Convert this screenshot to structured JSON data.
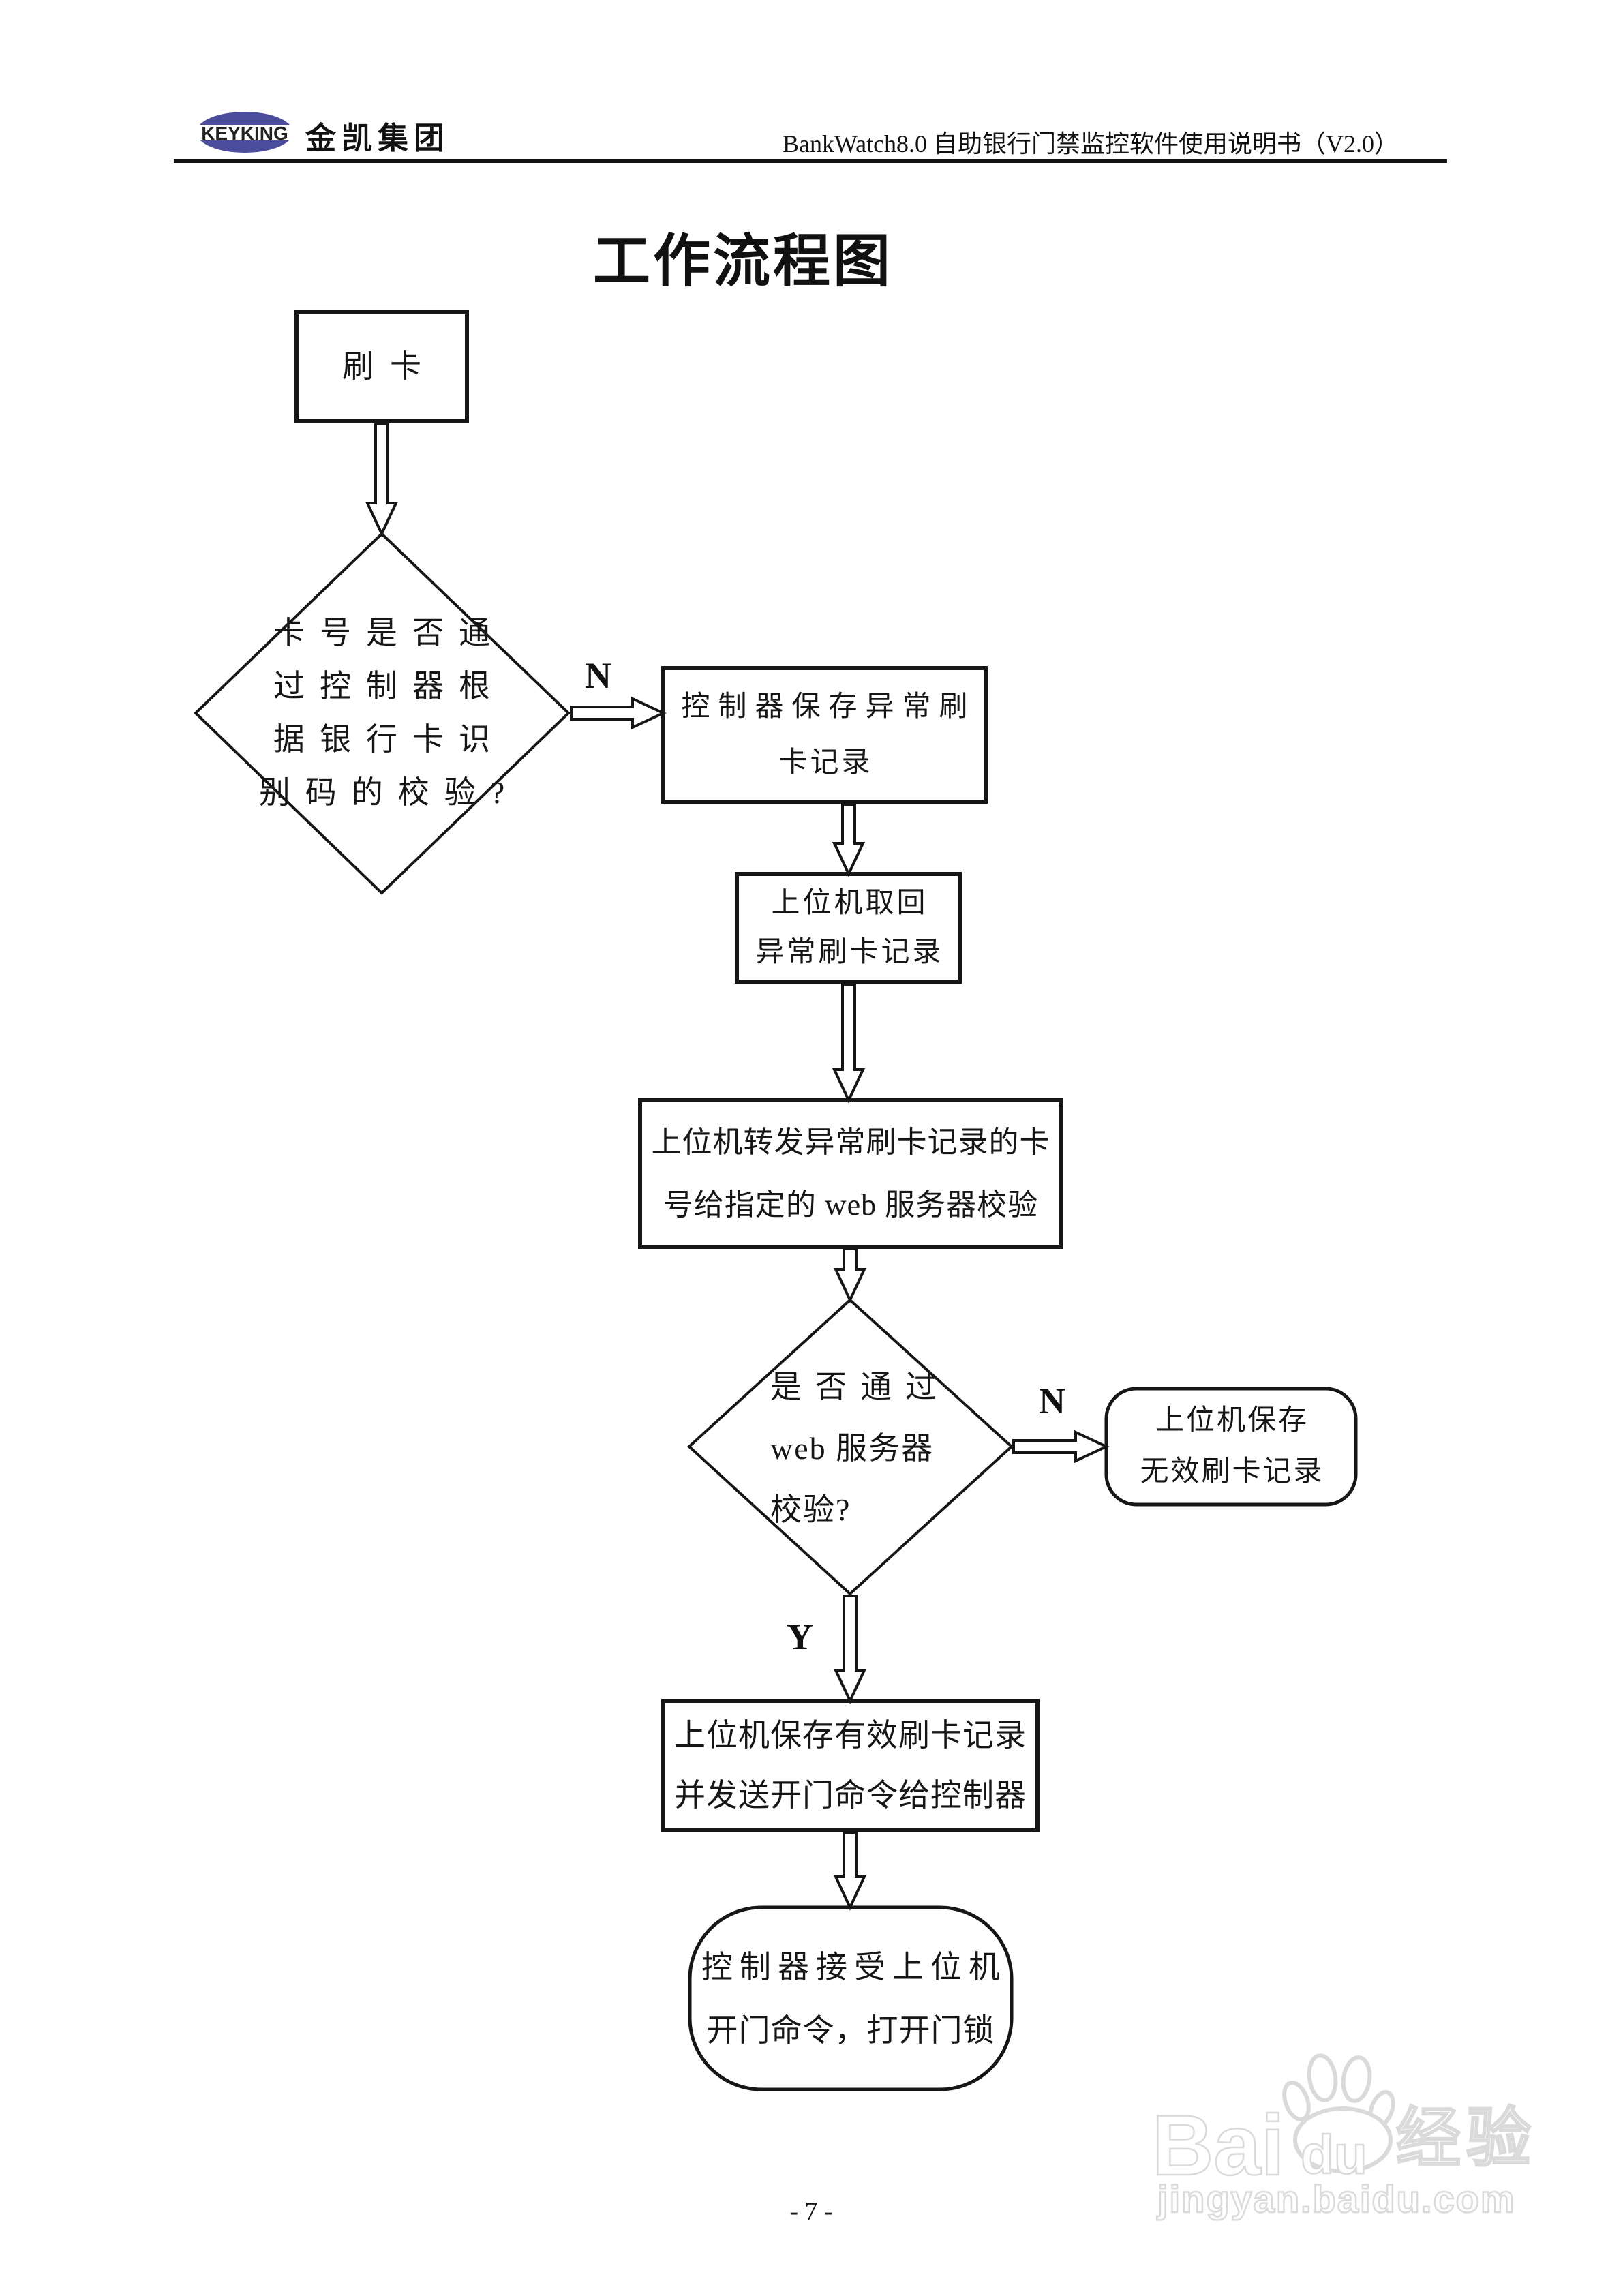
{
  "header": {
    "logo_text": "KEYKING",
    "company_name": "金凯集团",
    "doc_title": "BankWatch8.0 自助银行门禁监控软件使用说明书（V2.0）"
  },
  "diagram": {
    "title": "工作流程图",
    "nodes": {
      "start": {
        "label": "刷卡"
      },
      "check_controller": {
        "line1": "卡号是否通",
        "line2": "过控制器根",
        "line3": "据银行卡识",
        "line4": "别码的校验?"
      },
      "controller_save": {
        "line1": "控制器保存异常刷",
        "line2": "卡记录"
      },
      "host_retrieve": {
        "line1": "上位机取回",
        "line2": "异常刷卡记录"
      },
      "host_forward": {
        "line1": "上位机转发异常刷卡记录的卡",
        "line2": "号给指定的 web 服务器校验"
      },
      "check_web": {
        "line1": "是否通过",
        "line2": "web 服务器",
        "line3": "校验?"
      },
      "invalid_save": {
        "line1": "上位机保存",
        "line2": "无效刷卡记录"
      },
      "valid_save": {
        "line1": "上位机保存有效刷卡记录",
        "line2": "并发送开门命令给控制器"
      },
      "open_door": {
        "line1": "控制器接受上位机",
        "line2": "开门命令，打开门锁"
      }
    },
    "branch_labels": {
      "controller_no": "N",
      "web_no": "N",
      "web_yes": "Y"
    }
  },
  "watermark": {
    "brand_prefix": "Bai",
    "brand_suffix": "du",
    "brand_cn": "经验",
    "url": "jingyan.baidu.com"
  },
  "footer": {
    "page_number": "- 7 -"
  },
  "colors": {
    "ink": "#161616",
    "logo_blue": "#4c4c9c",
    "watermark_gray": "#dcdcdc"
  }
}
